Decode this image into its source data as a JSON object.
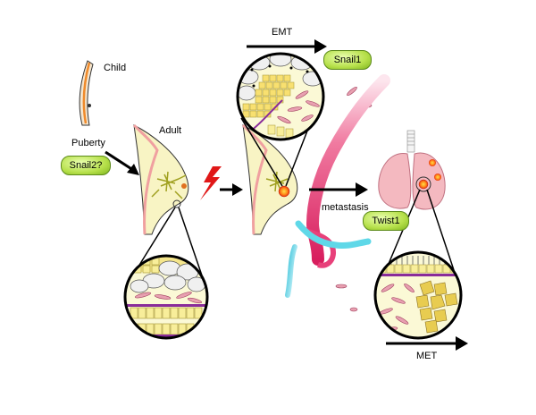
{
  "labels": {
    "child": "Child",
    "adult": "Adult",
    "puberty": "Puberty",
    "emt": "EMT",
    "metastasis": "metastasis",
    "met": "MET"
  },
  "badges": {
    "snail2": "Snail2?",
    "snail1": "Snail1",
    "twist1": "Twist1"
  },
  "colors": {
    "badge_green": "#b6e04a",
    "vessel_pink": "#e8407a",
    "lymph_cyan": "#5fd8e8",
    "tissue_yellow": "#f6f2b8",
    "membrane_purple": "#8a2c9a",
    "lightning_red": "#e01818",
    "lung_pink": "#f4b9c0"
  }
}
